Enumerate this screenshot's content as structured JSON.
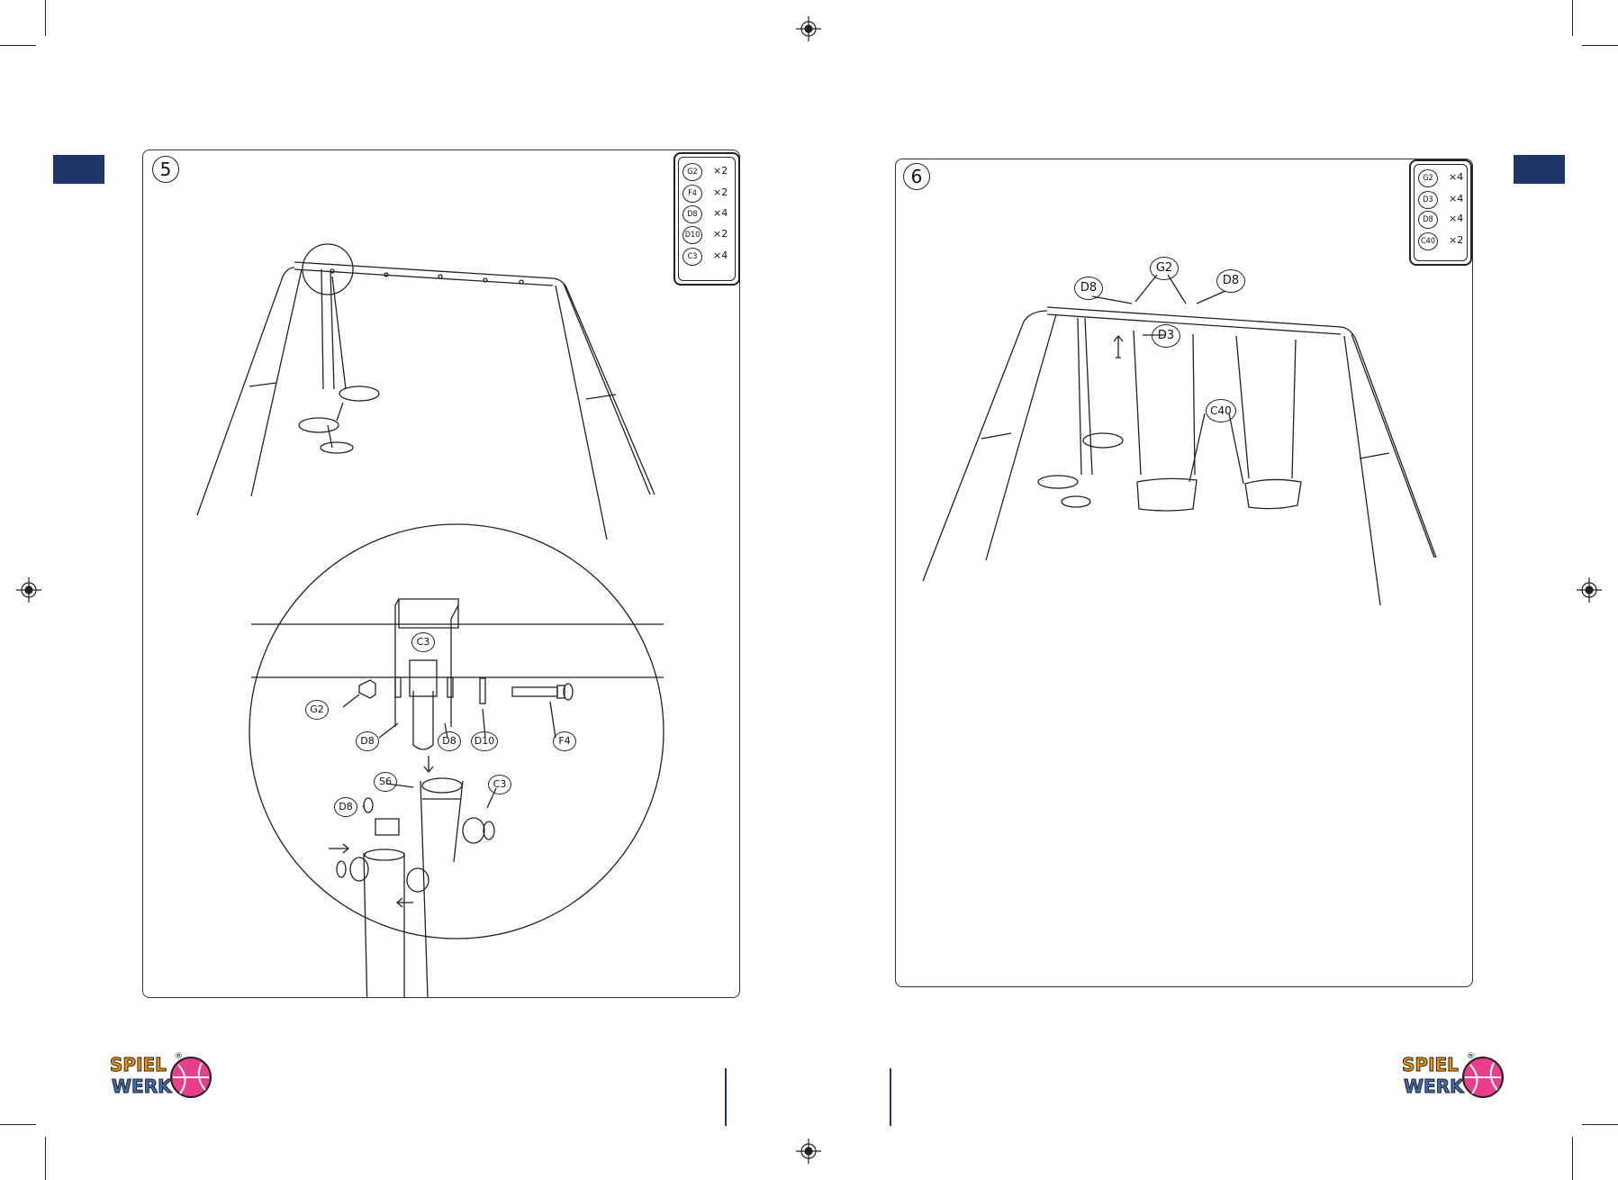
{
  "steps": [
    {
      "number": "5",
      "parts": [
        {
          "code": "G2",
          "qty": "×2"
        },
        {
          "code": "F4",
          "qty": "×2"
        },
        {
          "code": "D8",
          "qty": "×4"
        },
        {
          "code": "D10",
          "qty": "×2"
        },
        {
          "code": "C3",
          "qty": "×4"
        }
      ],
      "callouts": {
        "c3_top": "C3",
        "g2": "G2",
        "d8_left": "D8",
        "d8_right": "D8",
        "d10": "D10",
        "f4": "F4",
        "s6": "S6",
        "d8_low": "D8",
        "c3_low": "C3"
      }
    },
    {
      "number": "6",
      "parts": [
        {
          "code": "G2",
          "qty": "×4"
        },
        {
          "code": "D3",
          "qty": "×4"
        },
        {
          "code": "D8",
          "qty": "×4"
        },
        {
          "code": "C40",
          "qty": "×2"
        }
      ],
      "callouts": {
        "d8_left": "D8",
        "g2": "G2",
        "d8_right": "D8",
        "d3": "D3",
        "c40": "C40"
      }
    }
  ],
  "brand": {
    "line1": "SPIEL",
    "line2": "WERK",
    "registered": "®"
  },
  "colors": {
    "tab": "#1f3768",
    "line": "#222222",
    "logo_pink": "#e83e8c",
    "logo_orange": "#f39200",
    "logo_green": "#8bc34a",
    "logo_blue": "#3d6db5"
  }
}
